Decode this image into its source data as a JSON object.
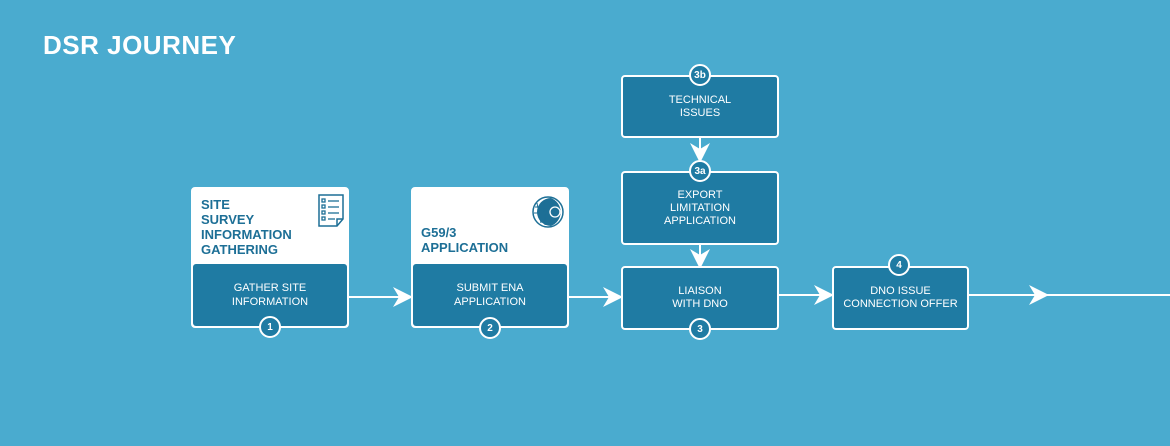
{
  "title": "DSR JOURNEY",
  "steps": [
    {
      "badge": "1",
      "heading": "SITE\nSURVEY\nINFORMATION\nGATHERING",
      "label": "GATHER SITE\nINFORMATION",
      "icon": "checklist-document-icon"
    },
    {
      "badge": "2",
      "heading": "G59/3\nAPPLICATION",
      "label": "SUBMIT ENA\nAPPLICATION",
      "icon": "globe-pylon-icon"
    },
    {
      "badge": "3",
      "label": "LIAISON\nWITH DNO"
    },
    {
      "badge": "3a",
      "label": "EXPORT\nLIMITATION\nAPPLICATION"
    },
    {
      "badge": "3b",
      "label": "TECHNICAL\nISSUES"
    },
    {
      "badge": "4",
      "label": "DNO ISSUE\nCONNECTION OFFER"
    }
  ],
  "colors": {
    "background": "#4aabcf",
    "box": "#1f7ba3",
    "heading": "#1d6f96"
  }
}
